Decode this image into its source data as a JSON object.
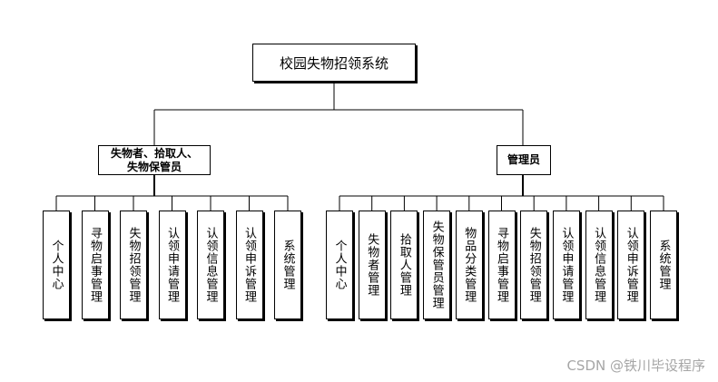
{
  "root": {
    "label": "校园失物招领系统"
  },
  "groups": {
    "left": {
      "label_line1": "失物者、拾取人、",
      "label_line2": "失物保管员",
      "children": [
        "个人中心",
        "寻物启事管理",
        "失物招领管理",
        "认领申请管理",
        "认领信息管理",
        "认领申诉管理",
        "系统管理"
      ]
    },
    "right": {
      "label": "管理员",
      "children": [
        "个人中心",
        "失物者管理",
        "拾取人管理",
        "失物保管员管理",
        "物品分类管理",
        "寻物启事管理",
        "失物招领管理",
        "认领申请管理",
        "认领信息管理",
        "认领申诉管理",
        "系统管理"
      ]
    }
  },
  "watermark": "CSDN @铁川毕设程序"
}
